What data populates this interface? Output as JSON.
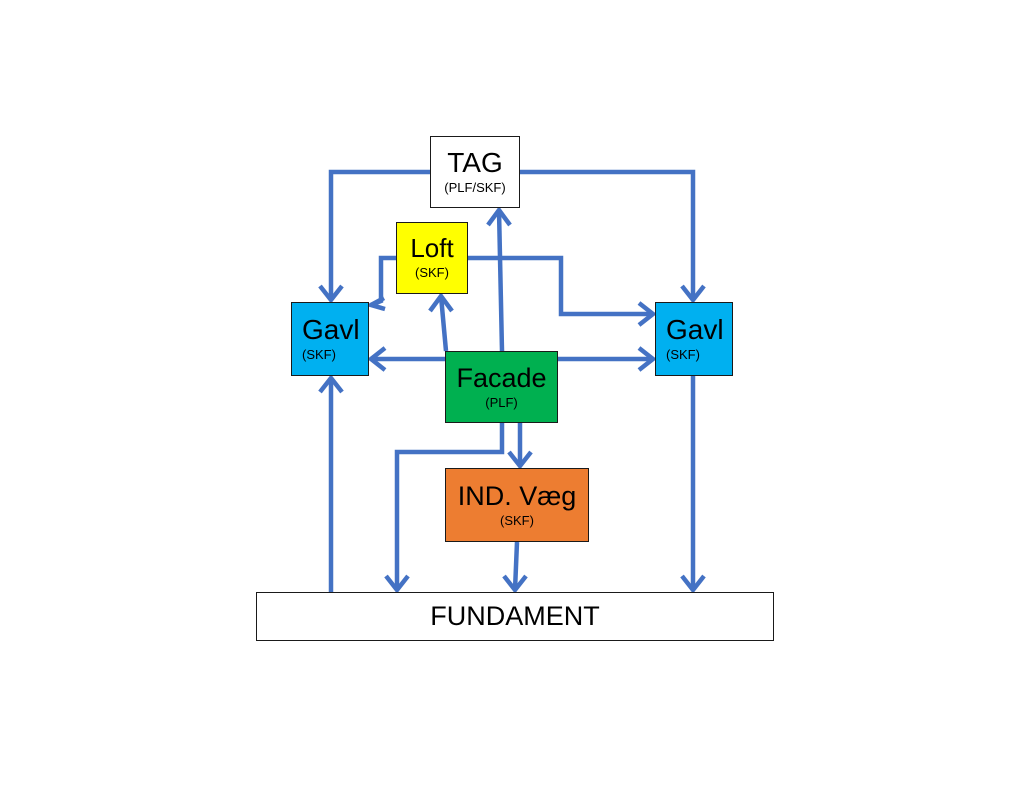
{
  "colors": {
    "arrow": "#4472c4",
    "tag": "#ffffff",
    "loft": "#ffff00",
    "gavl": "#00b0f0",
    "facade": "#00b050",
    "ind_vaeg": "#ed7d31",
    "fundament": "#ffffff"
  },
  "nodes": {
    "tag": {
      "title": "TAG",
      "sub": "(PLF/SKF)"
    },
    "loft": {
      "title": "Loft",
      "sub": "(SKF)"
    },
    "gavl_left": {
      "title": "Gavl",
      "sub": "(SKF)"
    },
    "gavl_right": {
      "title": "Gavl",
      "sub": "(SKF)"
    },
    "facade": {
      "title": "Facade",
      "sub": "(PLF)"
    },
    "ind_vaeg": {
      "title": "IND. Væg",
      "sub": "(SKF)"
    },
    "fundament": {
      "title": "FUNDAMENT"
    }
  },
  "edges": [
    {
      "from": "TAG",
      "to": "Gavl (left)"
    },
    {
      "from": "TAG",
      "to": "Gavl (right)"
    },
    {
      "from": "Loft",
      "to": "Gavl (left)"
    },
    {
      "from": "Loft",
      "to": "Gavl (right)"
    },
    {
      "from": "Facade",
      "to": "TAG"
    },
    {
      "from": "Facade",
      "to": "Loft"
    },
    {
      "from": "Facade",
      "to": "Gavl (left)"
    },
    {
      "from": "Facade",
      "to": "Gavl (right)"
    },
    {
      "from": "Facade",
      "to": "IND. Væg"
    },
    {
      "from": "Facade",
      "to": "FUNDAMENT"
    },
    {
      "from": "IND. Væg",
      "to": "FUNDAMENT"
    },
    {
      "from": "Gavl (right)",
      "to": "FUNDAMENT"
    },
    {
      "from": "FUNDAMENT",
      "to": "Gavl (left)"
    }
  ]
}
